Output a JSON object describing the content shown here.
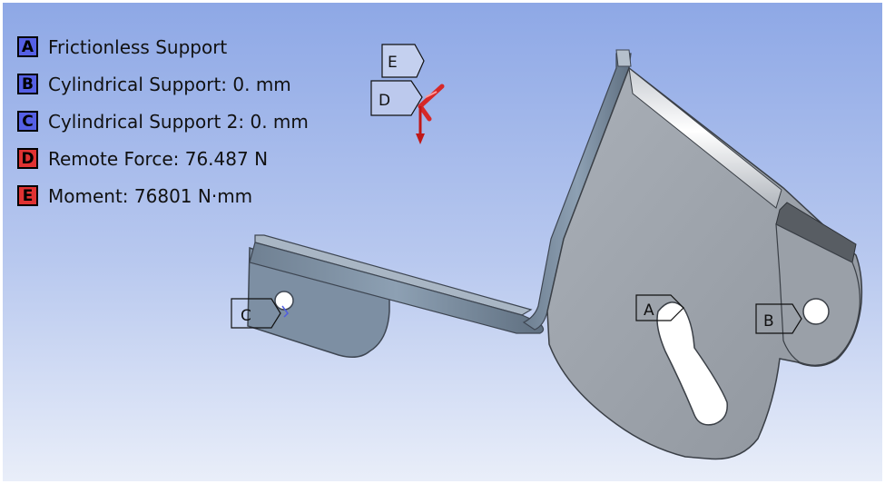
{
  "legend": {
    "items": [
      {
        "letter": "A",
        "label": "Frictionless Support",
        "color": "#4f5ce0"
      },
      {
        "letter": "B",
        "label": "Cylindrical Support: 0. mm",
        "color": "#4f5ce0"
      },
      {
        "letter": "C",
        "label": "Cylindrical Support 2: 0. mm",
        "color": "#4f5ce0"
      },
      {
        "letter": "D",
        "label": "Remote Force: 76.487 N",
        "color": "#e03030"
      },
      {
        "letter": "E",
        "label": "Moment: 76801 N·mm",
        "color": "#e03030"
      }
    ]
  },
  "tags": {
    "A": "A",
    "B": "B",
    "C": "C",
    "D": "D",
    "E": "E"
  },
  "colors": {
    "support": "#4f5ce0",
    "load": "#e03030",
    "part_face": "#9fa5ad",
    "part_edge": "#3a3f46"
  }
}
